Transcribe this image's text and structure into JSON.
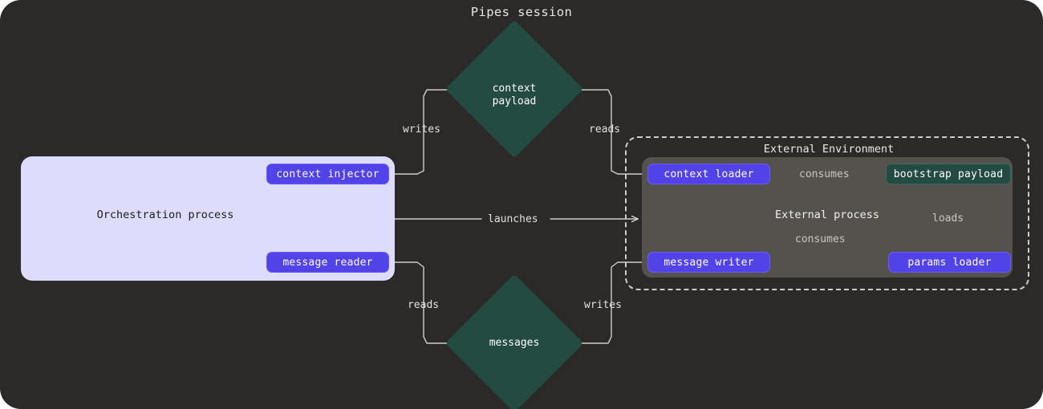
{
  "window": {
    "title": "Pipes session",
    "background": "#2b2a29"
  },
  "colors": {
    "canvas": "#2b2a29",
    "orchestration_fill": "#dddcfd",
    "process_node": "#5243e9",
    "asset_node": "#234b42",
    "external_process_fill": "#55524d",
    "edge": "#cfcdc9",
    "text_light": "#e8e6e3",
    "text_dark": "#1c1b1a"
  },
  "clusters": {
    "orchestration": {
      "label": "Orchestration process"
    },
    "external_environment": {
      "label": "External Environment",
      "border_style": "dashed"
    },
    "external_process": {
      "label": "External process"
    }
  },
  "nodes": {
    "context_injector": {
      "label": "context injector",
      "kind": "process"
    },
    "message_reader": {
      "label": "message reader",
      "kind": "process"
    },
    "context_loader": {
      "label": "context loader",
      "kind": "process"
    },
    "message_writer": {
      "label": "message writer",
      "kind": "process"
    },
    "params_loader": {
      "label": "params loader",
      "kind": "process"
    },
    "bootstrap_payload": {
      "label": "bootstrap payload",
      "kind": "asset"
    },
    "context_payload": {
      "label_line1": "context",
      "label_line2": "payload",
      "kind": "diamond"
    },
    "messages": {
      "label_line1": "messages",
      "label_line2": "",
      "kind": "diamond"
    }
  },
  "edges": {
    "writes_context": "writes",
    "reads_context": "reads",
    "launches": "launches",
    "reads_messages": "reads",
    "writes_messages": "writes",
    "consumes_context": "consumes",
    "consumes_message": "consumes",
    "loads_params": "loads"
  }
}
